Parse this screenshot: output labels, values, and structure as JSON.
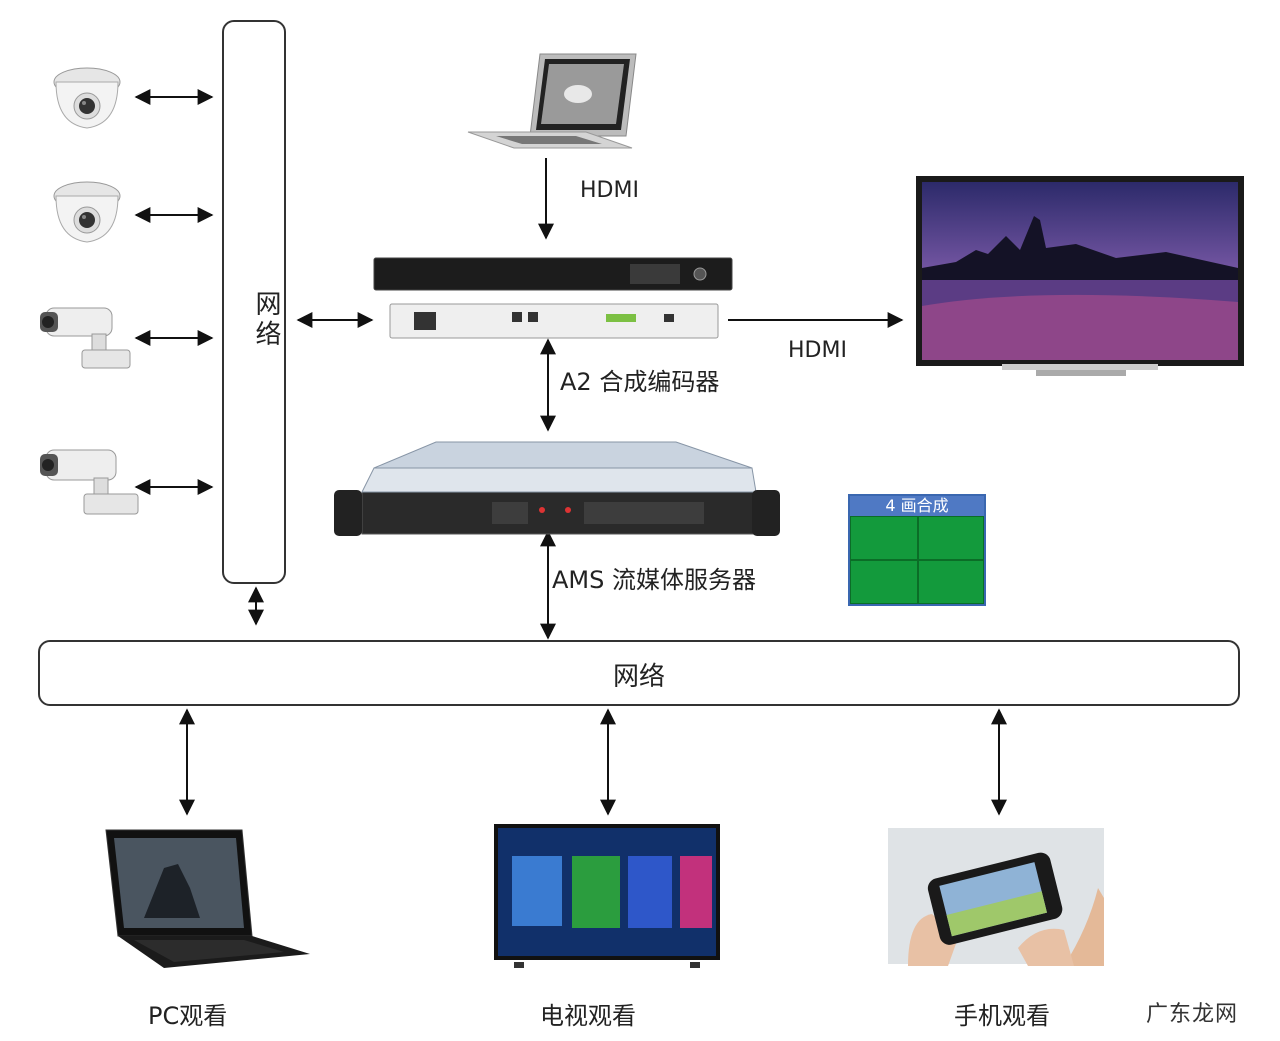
{
  "network_vertical": {
    "label": "网络"
  },
  "network_horizontal": {
    "label": "网络"
  },
  "encoder": {
    "label": "A2 合成编码器"
  },
  "server": {
    "label": "AMS 流媒体服务器"
  },
  "hdmi_top": {
    "label": "HDMI"
  },
  "hdmi_right": {
    "label": "HDMI"
  },
  "grid_legend": {
    "title": "4 画合成"
  },
  "clients": [
    {
      "label": "PC观看"
    },
    {
      "label": "电视观看"
    },
    {
      "label": "手机观看"
    }
  ],
  "watermark": "广东龙网",
  "colors": {
    "grid_green": "#139a3c",
    "grid_header": "#4f79c4",
    "line": "#111111"
  }
}
